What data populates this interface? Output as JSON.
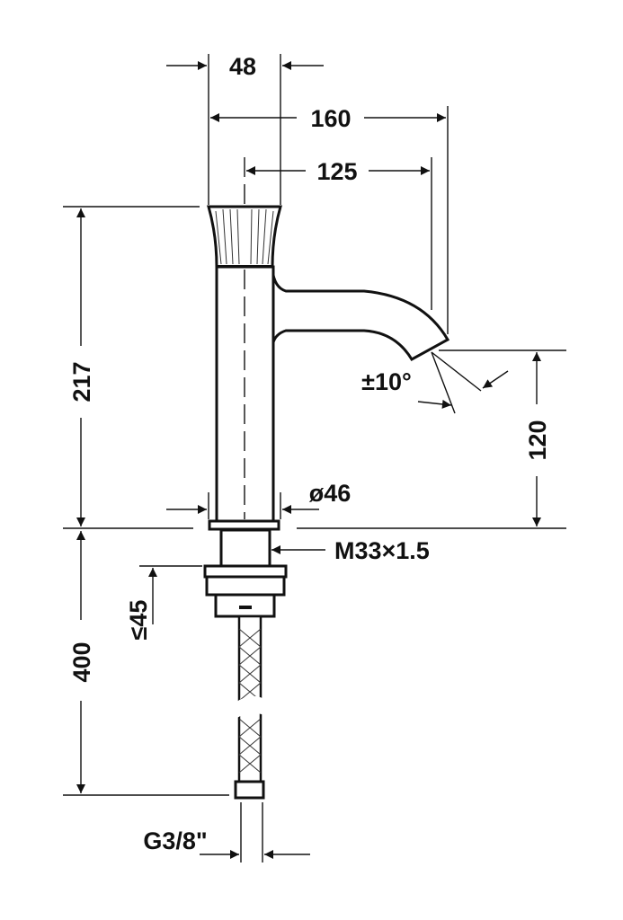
{
  "drawing": {
    "dimensions": {
      "handle_width": "48",
      "overall_depth": "160",
      "spout_projection": "125",
      "tap_height": "217",
      "outlet_height": "120",
      "hose_length": "400",
      "max_deck_thickness": "≤45",
      "body_diameter": "ø46",
      "mount_thread": "M33×1.5",
      "swivel_angle": "±10°",
      "connection": "G3/8\""
    },
    "line_color": "#111111",
    "background": "#ffffff"
  }
}
